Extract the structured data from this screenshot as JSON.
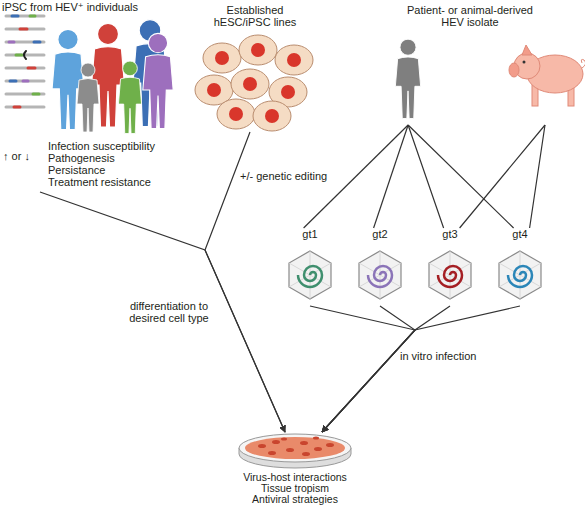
{
  "diagram": {
    "nodes": [
      {
        "text": [
          "iPSC from HEV⁺ individuals",
          "Infection susceptibility",
          "Pathogenesis",
          "Persistance",
          "Treatment resistance"
        ]
      },
      {
        "text": [
          "Established hESC/iPSC lines"
        ]
      },
      {
        "text": [
          "Patient- or animal-derived HEV isolate"
        ]
      },
      {
        "text": [
          "gt1"
        ]
      },
      {
        "text": [
          "gt2"
        ]
      },
      {
        "text": [
          "gt3"
        ]
      },
      {
        "text": [
          "gt4"
        ]
      },
      {
        "text": [
          "Virus-host interactions",
          "Tissue tropism",
          "Antiviral strategies"
        ]
      }
    ],
    "edges": [
      {
        "from": 0,
        "to": 7,
        "arrow": "to",
        "label": "differentiation to desired cell type"
      },
      {
        "from": 1,
        "to": 7,
        "arrow": "to",
        "label": "+/- genetic editing"
      },
      {
        "from": 2,
        "to": 3,
        "arrow": "none"
      },
      {
        "from": 2,
        "to": 4,
        "arrow": "none"
      },
      {
        "from": 2,
        "to": 5,
        "arrow": "none"
      },
      {
        "from": 2,
        "to": 6,
        "arrow": "none"
      },
      {
        "from": 3,
        "to": 7,
        "arrow": "to",
        "label": "in vitro infection"
      },
      {
        "from": 4,
        "to": 7,
        "arrow": "to"
      },
      {
        "from": 5,
        "to": 7,
        "arrow": "to"
      },
      {
        "from": 6,
        "to": 7,
        "arrow": "to"
      }
    ],
    "labels": [
      "↑ or ↓"
    ]
  }
}
